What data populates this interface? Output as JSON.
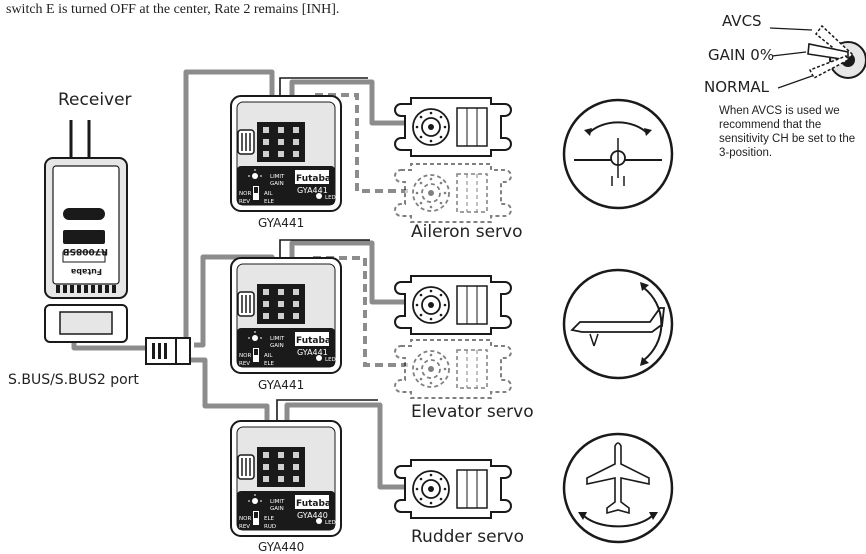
{
  "intro_text": "switch E is turned OFF at the center, Rate 2 remains [INH].",
  "receiver": {
    "label": "Receiver",
    "model": "R7008SB",
    "brand": "Futaba",
    "port_label": "S.BUS/S.BUS2 port"
  },
  "gyros": [
    {
      "model": "GYA441",
      "brand": "Futaba",
      "caption": "GYA441",
      "switch_top": "AIL",
      "switch_bottom": "ELE",
      "servo_label": "Aileron servo"
    },
    {
      "model": "GYA441",
      "brand": "Futaba",
      "caption": "GYA441",
      "switch_top": "AIL",
      "switch_bottom": "ELE",
      "servo_label": "Elevator servo"
    },
    {
      "model": "GYA440",
      "brand": "Futaba",
      "caption": "GYA440",
      "switch_top": "ELE",
      "switch_bottom": "RUD",
      "servo_label": "Rudder servo"
    }
  ],
  "gyro_panel": {
    "limit": "LIMIT",
    "gain": "GAIN",
    "nor": "NOR",
    "rev": "REV",
    "led": "LED"
  },
  "switch_diagram": {
    "avcs": "AVCS",
    "gain": "GAIN 0%",
    "normal": "NORMAL",
    "note": "When AVCS is used we recommend that the sensitivity CH be set to the 3-position."
  },
  "colors": {
    "wire": "#8c8c8c",
    "outline": "#1a1a1a",
    "panel": "#e6e6e6"
  }
}
